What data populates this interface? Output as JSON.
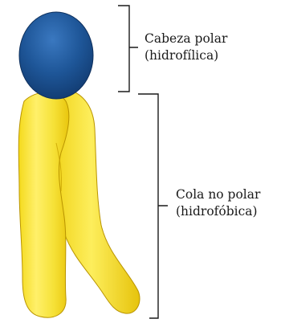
{
  "diagram": {
    "head": {
      "label_line1": "Cabeza polar",
      "label_line2": "(hidrofílica)",
      "color": "#1a4f8f"
    },
    "tail": {
      "label_line1": "Cola no polar",
      "label_line2": "(hidrofóbica)",
      "color": "#f7e23a"
    }
  }
}
